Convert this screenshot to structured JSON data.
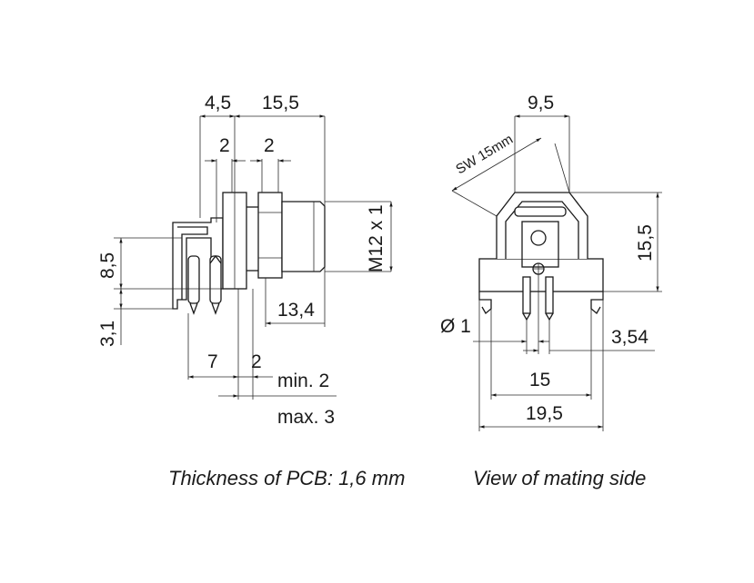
{
  "left_view": {
    "dims": {
      "top_4_5": "4,5",
      "top_15_5": "15,5",
      "top_2_a": "2",
      "top_2_b": "2",
      "thread": "M12 x 1",
      "height_8_5": "8,5",
      "height_3_1": "3,1",
      "len_13_4": "13,4",
      "pitch_7": "7",
      "pitch_2": "2",
      "min": "min. 2",
      "max": "max. 3"
    },
    "caption": "Thickness of PCB: 1,6 mm"
  },
  "right_view": {
    "dims": {
      "top_9_5": "9,5",
      "wrench": "SW 15mm",
      "height_15_5": "15,5",
      "hole": "Ø 1",
      "offset_3_54": "3,54",
      "width_15": "15",
      "width_19_5": "19,5"
    },
    "caption": "View of mating side"
  }
}
